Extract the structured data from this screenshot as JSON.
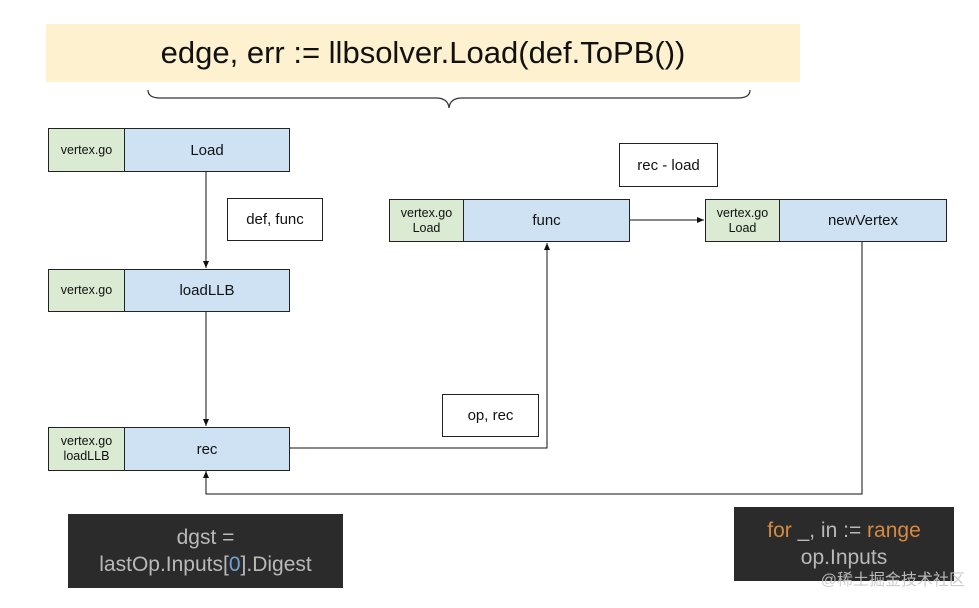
{
  "banner": {
    "text": "edge, err := llbsolver.Load(def.ToPB())"
  },
  "nodes": {
    "load": {
      "tag": "vertex.go",
      "name": "Load"
    },
    "loadllb": {
      "tag": "vertex.go",
      "name": "loadLLB"
    },
    "rec": {
      "tag": "vertex.go\nloadLLB",
      "name": "rec"
    },
    "func": {
      "tag": "vertex.go\nLoad",
      "name": "func"
    },
    "newvertex": {
      "tag": "vertex.go\nLoad",
      "name": "newVertex"
    }
  },
  "labels": {
    "def_func": "def, func",
    "rec_load": "rec - load",
    "op_rec": "op, rec"
  },
  "code_left": {
    "line1": "dgst =",
    "line2_pre": "lastOp.Inputs[",
    "line2_idx": "0",
    "line2_post": "].Digest"
  },
  "code_right": {
    "kw_for": "for",
    "mid": " _, in := ",
    "kw_range": "range",
    "line2": "op.Inputs"
  },
  "watermark": "@稀土掘金技术社区",
  "colors": {
    "banner_bg": "#fdf1cf",
    "tag_bg": "#dbead3",
    "name_bg": "#cfe2f3",
    "code_bg": "#2b2b2b",
    "keyword": "#d68a3f",
    "number": "#6ea3d6"
  }
}
